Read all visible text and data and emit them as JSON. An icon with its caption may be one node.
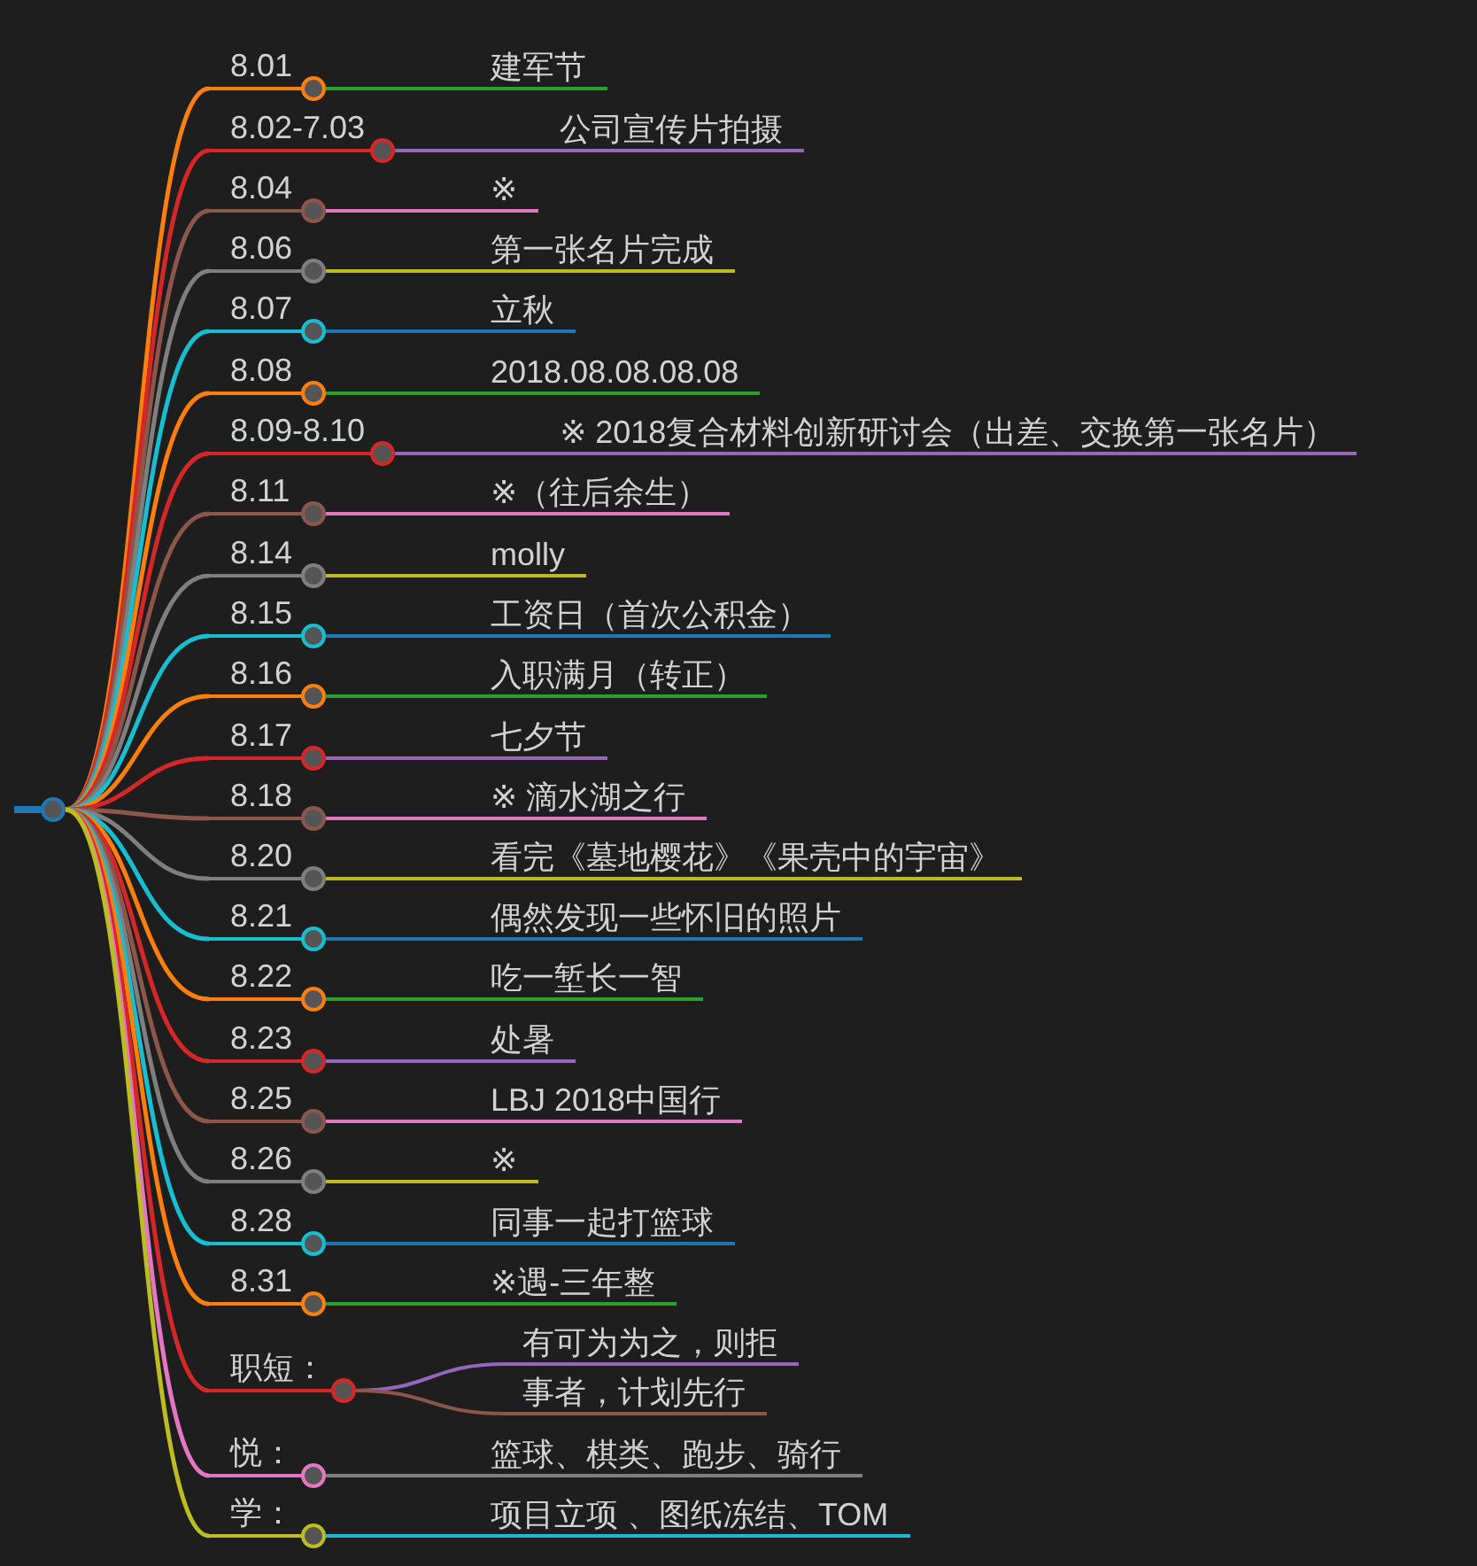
{
  "diagram": {
    "nodes": [
      {
        "text": [],
        "shape": "circle"
      },
      {
        "text": [
          "8.01"
        ]
      },
      {
        "text": [
          "建军节"
        ]
      },
      {
        "text": [
          "8.02-7.03"
        ]
      },
      {
        "text": [
          "公司宣传片拍摄"
        ]
      },
      {
        "text": [
          "8.04"
        ]
      },
      {
        "text": [
          "※"
        ]
      },
      {
        "text": [
          "8.06"
        ]
      },
      {
        "text": [
          "第一张名片完成"
        ]
      },
      {
        "text": [
          "8.07"
        ]
      },
      {
        "text": [
          "立秋"
        ]
      },
      {
        "text": [
          "8.08"
        ]
      },
      {
        "text": [
          "2018.08.08.08.08"
        ]
      },
      {
        "text": [
          "8.09-8.10"
        ]
      },
      {
        "text": [
          "※ 2018复合材料创新研讨会（出差、交换第一张名片）"
        ]
      },
      {
        "text": [
          "8.11"
        ]
      },
      {
        "text": [
          "※（往后余生）"
        ]
      },
      {
        "text": [
          "8.14"
        ]
      },
      {
        "text": [
          "molly"
        ]
      },
      {
        "text": [
          "8.15"
        ]
      },
      {
        "text": [
          "工资日（首次公积金）"
        ]
      },
      {
        "text": [
          "8.16"
        ]
      },
      {
        "text": [
          "入职满月（转正）"
        ]
      },
      {
        "text": [
          "8.17"
        ]
      },
      {
        "text": [
          "七夕节"
        ]
      },
      {
        "text": [
          "8.18"
        ]
      },
      {
        "text": [
          "※ 滴水湖之行"
        ]
      },
      {
        "text": [
          "8.20"
        ]
      },
      {
        "text": [
          "看完《墓地樱花》《果壳中的宇宙》"
        ]
      },
      {
        "text": [
          "8.21"
        ]
      },
      {
        "text": [
          "偶然发现一些怀旧的照片"
        ]
      },
      {
        "text": [
          "8.22"
        ]
      },
      {
        "text": [
          "吃一堑长一智"
        ]
      },
      {
        "text": [
          "8.23"
        ]
      },
      {
        "text": [
          "处暑"
        ]
      },
      {
        "text": [
          "8.25"
        ]
      },
      {
        "text": [
          "LBJ 2018中国行"
        ]
      },
      {
        "text": [
          "8.26"
        ]
      },
      {
        "text": [
          "※"
        ]
      },
      {
        "text": [
          "8.28"
        ]
      },
      {
        "text": [
          "同事一起打篮球"
        ]
      },
      {
        "text": [
          "8.31"
        ]
      },
      {
        "text": [
          "※遇-三年整"
        ]
      },
      {
        "text": [
          "职短："
        ]
      },
      {
        "text": [
          "有可为为之，则拒"
        ]
      },
      {
        "text": [
          "事者，计划先行"
        ]
      },
      {
        "text": [
          "悦："
        ]
      },
      {
        "text": [
          "篮球、棋类、跑步、骑行"
        ]
      },
      {
        "text": [
          "学："
        ]
      },
      {
        "text": [
          "项目立项 、图纸冻结、TOM"
        ]
      }
    ],
    "edges": [
      {
        "from": 0,
        "to": 1,
        "arrow": "none",
        "color": "#ff7f0e"
      },
      {
        "from": 1,
        "to": 2,
        "arrow": "none",
        "color": "#2ca02c"
      },
      {
        "from": 0,
        "to": 3,
        "arrow": "none",
        "color": "#d62728"
      },
      {
        "from": 3,
        "to": 4,
        "arrow": "none",
        "color": "#9467bd"
      },
      {
        "from": 0,
        "to": 5,
        "arrow": "none",
        "color": "#8c564b"
      },
      {
        "from": 5,
        "to": 6,
        "arrow": "none",
        "color": "#e377c2"
      },
      {
        "from": 0,
        "to": 7,
        "arrow": "none",
        "color": "#7f7f7f"
      },
      {
        "from": 7,
        "to": 8,
        "arrow": "none",
        "color": "#bcbd22"
      },
      {
        "from": 0,
        "to": 9,
        "arrow": "none",
        "color": "#17becf"
      },
      {
        "from": 9,
        "to": 10,
        "arrow": "none",
        "color": "#1f77b4"
      },
      {
        "from": 0,
        "to": 11,
        "arrow": "none",
        "color": "#ff7f0e"
      },
      {
        "from": 11,
        "to": 12,
        "arrow": "none",
        "color": "#2ca02c"
      },
      {
        "from": 0,
        "to": 13,
        "arrow": "none",
        "color": "#d62728"
      },
      {
        "from": 13,
        "to": 14,
        "arrow": "none",
        "color": "#9467bd"
      },
      {
        "from": 0,
        "to": 15,
        "arrow": "none",
        "color": "#8c564b"
      },
      {
        "from": 15,
        "to": 16,
        "arrow": "none",
        "color": "#e377c2"
      },
      {
        "from": 0,
        "to": 17,
        "arrow": "none",
        "color": "#7f7f7f"
      },
      {
        "from": 17,
        "to": 18,
        "arrow": "none",
        "color": "#bcbd22"
      },
      {
        "from": 0,
        "to": 19,
        "arrow": "none",
        "color": "#17becf"
      },
      {
        "from": 19,
        "to": 20,
        "arrow": "none",
        "color": "#1f77b4"
      },
      {
        "from": 0,
        "to": 21,
        "arrow": "none",
        "color": "#ff7f0e"
      },
      {
        "from": 21,
        "to": 22,
        "arrow": "none",
        "color": "#2ca02c"
      },
      {
        "from": 0,
        "to": 23,
        "arrow": "none",
        "color": "#d62728"
      },
      {
        "from": 23,
        "to": 24,
        "arrow": "none",
        "color": "#9467bd"
      },
      {
        "from": 0,
        "to": 25,
        "arrow": "none",
        "color": "#8c564b"
      },
      {
        "from": 25,
        "to": 26,
        "arrow": "none",
        "color": "#e377c2"
      },
      {
        "from": 0,
        "to": 27,
        "arrow": "none",
        "color": "#7f7f7f"
      },
      {
        "from": 27,
        "to": 28,
        "arrow": "none",
        "color": "#bcbd22"
      },
      {
        "from": 0,
        "to": 29,
        "arrow": "none",
        "color": "#17becf"
      },
      {
        "from": 29,
        "to": 30,
        "arrow": "none",
        "color": "#1f77b4"
      },
      {
        "from": 0,
        "to": 31,
        "arrow": "none",
        "color": "#ff7f0e"
      },
      {
        "from": 31,
        "to": 32,
        "arrow": "none",
        "color": "#2ca02c"
      },
      {
        "from": 0,
        "to": 33,
        "arrow": "none",
        "color": "#d62728"
      },
      {
        "from": 33,
        "to": 34,
        "arrow": "none",
        "color": "#9467bd"
      },
      {
        "from": 0,
        "to": 35,
        "arrow": "none",
        "color": "#8c564b"
      },
      {
        "from": 35,
        "to": 36,
        "arrow": "none",
        "color": "#e377c2"
      },
      {
        "from": 0,
        "to": 37,
        "arrow": "none",
        "color": "#7f7f7f"
      },
      {
        "from": 37,
        "to": 38,
        "arrow": "none",
        "color": "#bcbd22"
      },
      {
        "from": 0,
        "to": 39,
        "arrow": "none",
        "color": "#17becf"
      },
      {
        "from": 39,
        "to": 40,
        "arrow": "none",
        "color": "#1f77b4"
      },
      {
        "from": 0,
        "to": 41,
        "arrow": "none",
        "color": "#ff7f0e"
      },
      {
        "from": 41,
        "to": 42,
        "arrow": "none",
        "color": "#2ca02c"
      },
      {
        "from": 0,
        "to": 43,
        "arrow": "none",
        "color": "#d62728"
      },
      {
        "from": 43,
        "to": 44,
        "arrow": "none",
        "color": "#9467bd"
      },
      {
        "from": 43,
        "to": 45,
        "arrow": "none",
        "color": "#8c564b"
      },
      {
        "from": 0,
        "to": 46,
        "arrow": "none",
        "color": "#e377c2"
      },
      {
        "from": 46,
        "to": 47,
        "arrow": "none",
        "color": "#7f7f7f"
      },
      {
        "from": 0,
        "to": 48,
        "arrow": "none",
        "color": "#bcbd22"
      },
      {
        "from": 48,
        "to": 49,
        "arrow": "none",
        "color": "#17becf"
      }
    ]
  }
}
